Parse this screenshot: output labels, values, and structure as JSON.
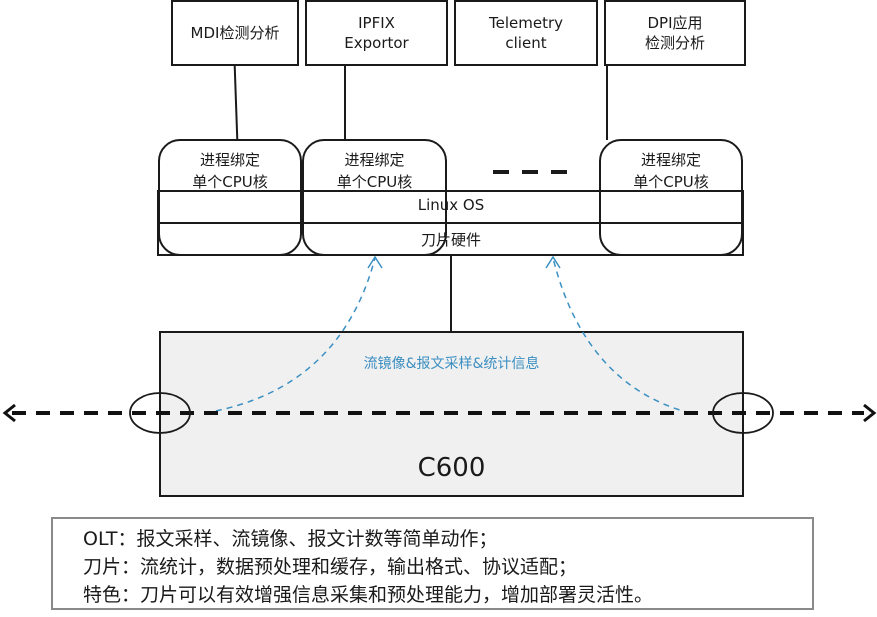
{
  "apps": [
    {
      "lines": [
        "MDI检测分析"
      ]
    },
    {
      "lines": [
        "IPFIX",
        "Exportor"
      ]
    },
    {
      "lines": [
        "Telemetry",
        "client"
      ]
    },
    {
      "lines": [
        "DPI应用",
        "检测分析"
      ]
    }
  ],
  "processes": [
    {
      "lines": [
        "进程绑定",
        "单个CPU核"
      ]
    },
    {
      "lines": [
        "进程绑定",
        "单个CPU核"
      ]
    },
    {
      "lines": [
        "进程绑定",
        "单个CPU核"
      ]
    }
  ],
  "ellipsis": "- - -",
  "layers": {
    "os": "Linux OS",
    "hardware": "刀片硬件"
  },
  "device": {
    "name": "C600",
    "mirror_label": "流镜像&报文采样&统计信息"
  },
  "colors": {
    "mirror_flow": "#3b8fc2",
    "device_fill": "#f0f0f0"
  },
  "notes": [
    "OLT：报文采样、流镜像、报文计数等简单动作；",
    "刀片：流统计，数据预处理和缓存，输出格式、协议适配；",
    "特色：刀片可以有效增强信息采集和预处理能力，增加部署灵活性。"
  ]
}
